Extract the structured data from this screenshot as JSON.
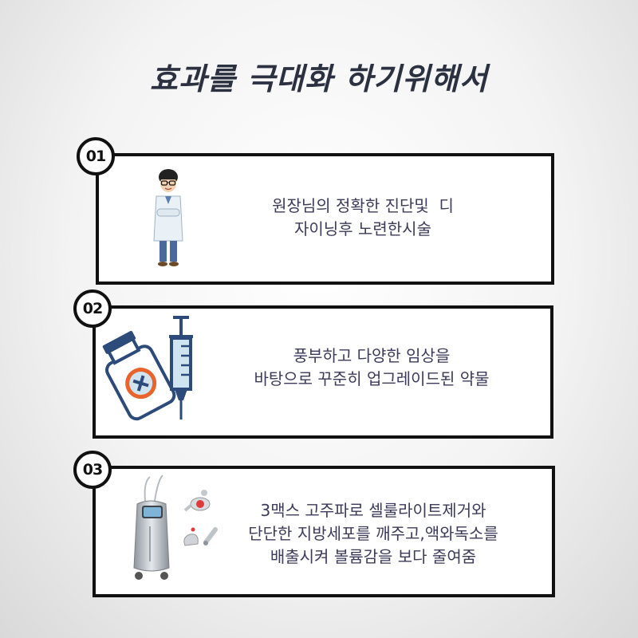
{
  "title": "효과를 극대화 하기위해서",
  "items": [
    {
      "number": "01",
      "lines": [
        "원장님의 정확한 진단및  디",
        "자이닝후 노련한시술"
      ],
      "icon": "doctor-icon"
    },
    {
      "number": "02",
      "lines": [
        "풍부하고 다양한 임상을",
        "바탕으로 꾸준히 업그레이드된 약물"
      ],
      "icon": "medicine-syringe-icon"
    },
    {
      "number": "03",
      "lines": [
        "3맥스 고주파로 셀룰라이트제거와",
        "단단한 지방세포를 깨주고,액와독소를",
        "배출시켜 볼륨감을 보다 줄여줌"
      ],
      "icon": "rf-machine-icon"
    }
  ],
  "colors": {
    "title": "#2b3140",
    "text": "#3c3a5a",
    "border": "#111111",
    "accent": "#e8642c",
    "navy": "#2c4a7a",
    "light_blue": "#cfe3f0"
  }
}
